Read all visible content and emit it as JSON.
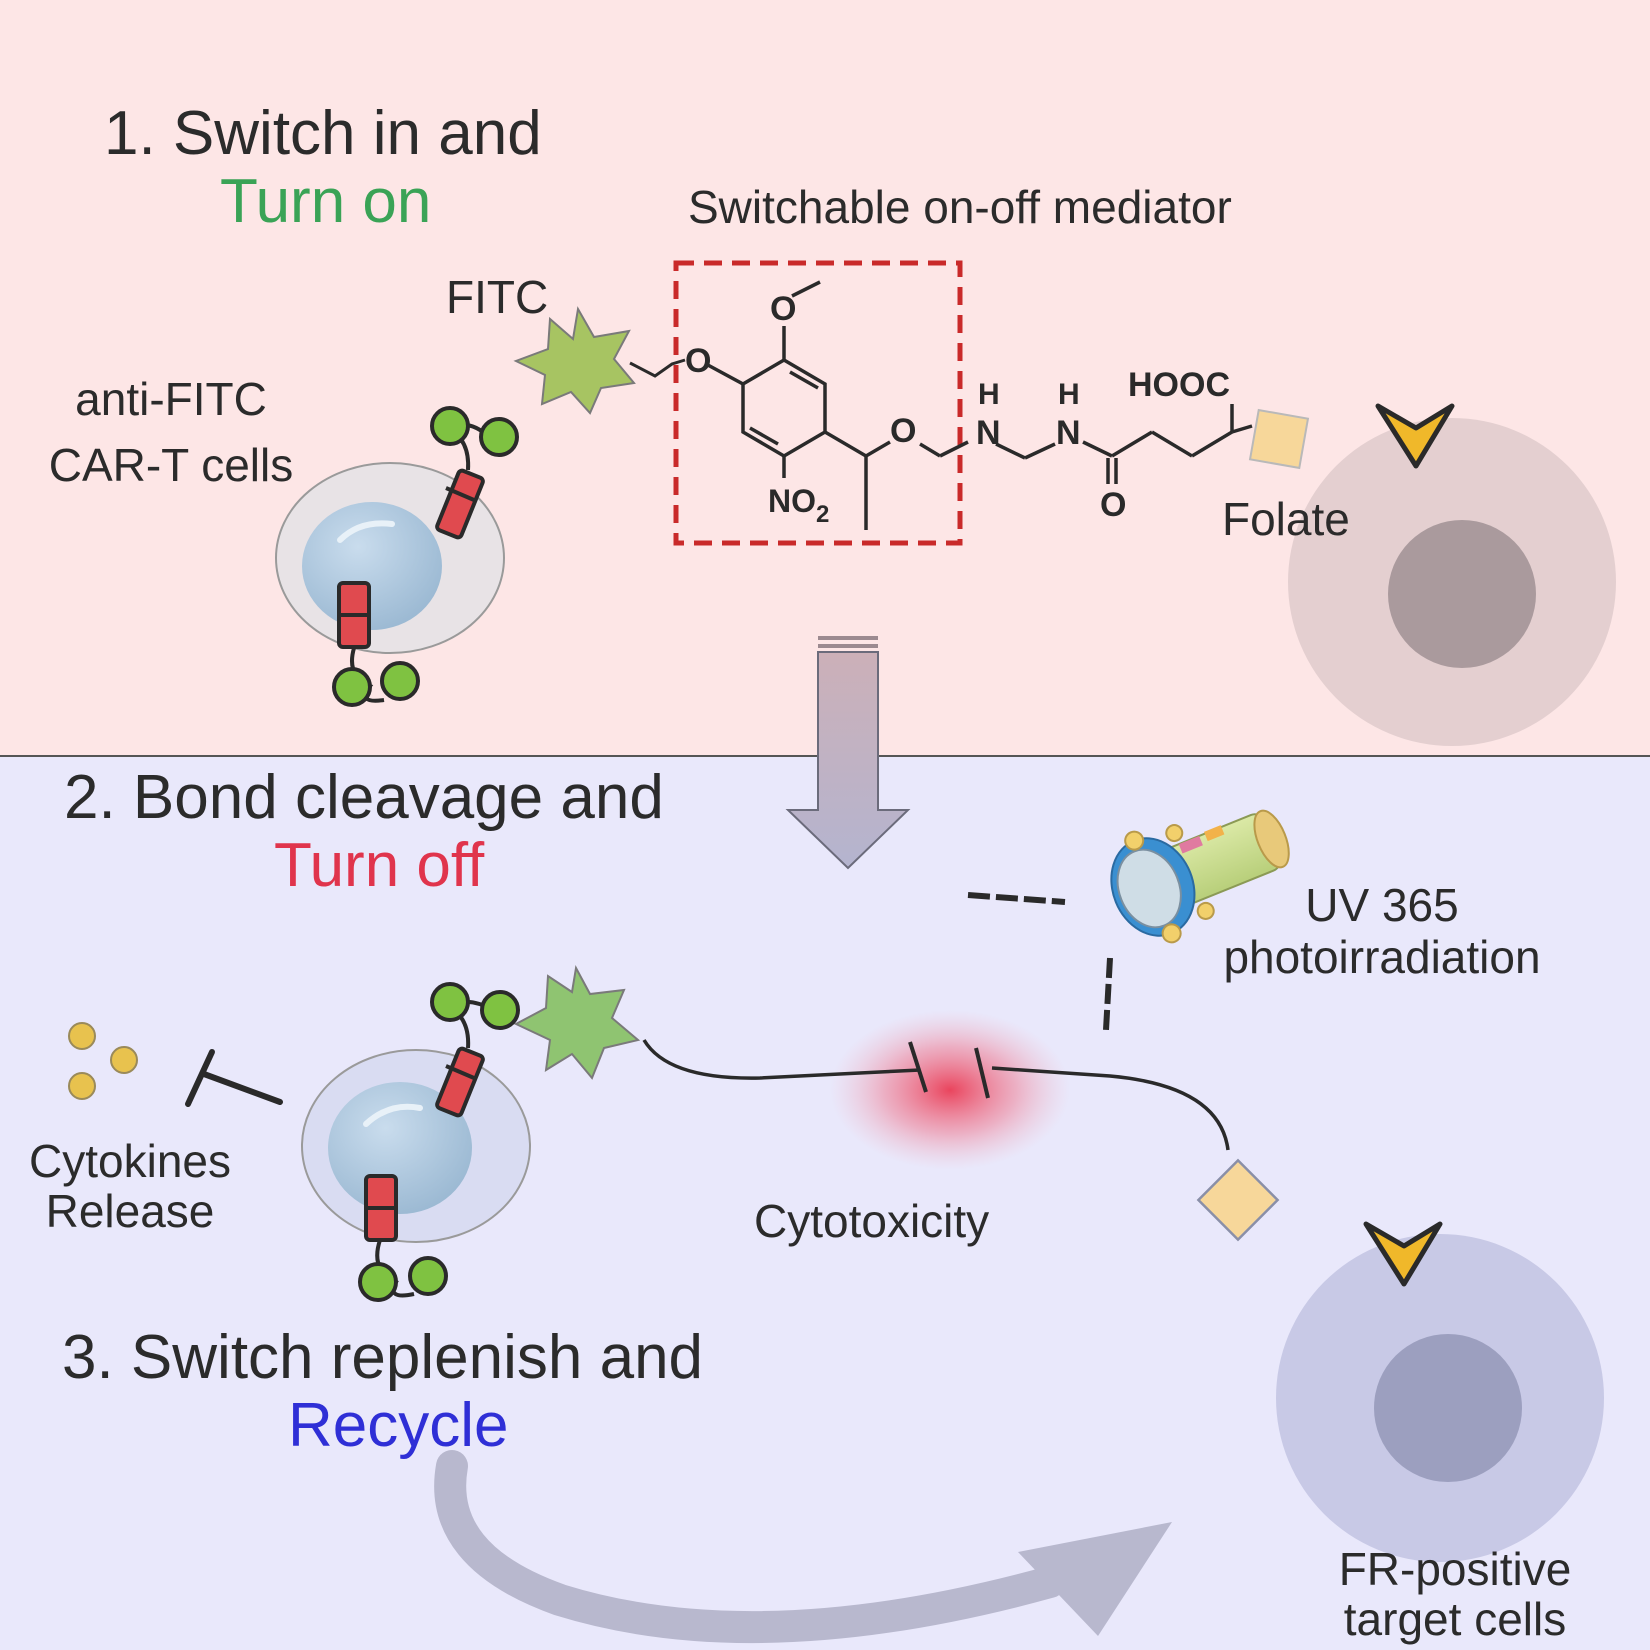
{
  "colors": {
    "top_background": "#fde6e6",
    "bottom_background": "#e9e8fb",
    "turn_on": "#3aa356",
    "turn_off": "#e0344c",
    "recycle": "#2f2fd6",
    "dashed_box": "#c92a2a",
    "fitc_star": "#a7c462",
    "fitc_star_bottom": "#8fc471",
    "receptor_red": "#e04a4f",
    "receptor_green": "#7fc241",
    "folate_square": "#f7d79a",
    "target_arrow": "#f0b82a",
    "cytotoxicity_glow": "#ea3c55",
    "cytokine_dots": "#e8c24e"
  },
  "icons": {
    "fitc": "star-icon",
    "folate": "diamond-icon",
    "light_source": "flashlight-icon",
    "cell": "cell-icon",
    "inhibition": "inhibition-bar-icon"
  },
  "step1": {
    "line1": "1. Switch in and",
    "line2": "Turn on"
  },
  "step2": {
    "line1": "2. Bond cleavage and",
    "line2": "Turn off"
  },
  "step3": {
    "line1": "3. Switch replenish and",
    "line2": "Recycle"
  },
  "labels": {
    "mediator": "Switchable on-off mediator",
    "fitc": "FITC",
    "car_t_line1": "anti-FITC",
    "car_t_line2": "CAR-T cells",
    "folate": "Folate",
    "uv_line1": "UV 365",
    "uv_line2": "photoirradiation",
    "cytokines_line1": "Cytokines",
    "cytokines_line2": "Release",
    "cytotoxicity": "Cytotoxicity",
    "target_line1": "FR-positive",
    "target_line2": "target cells"
  },
  "molecule": {
    "o_top": "O",
    "o_left": "O",
    "o_mid": "O",
    "no2": "NO",
    "no2_sub": "2",
    "h1": "H",
    "n1": "N",
    "h2": "H",
    "n2": "N",
    "o_bottom": "O",
    "hooc": "HOOC"
  }
}
